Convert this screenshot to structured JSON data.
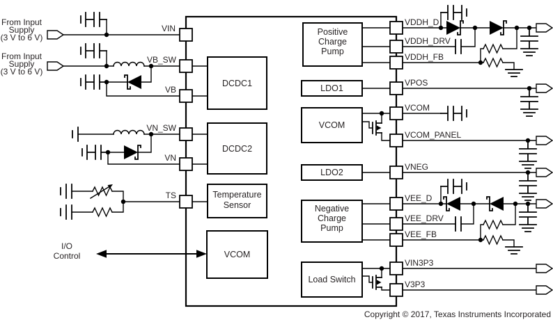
{
  "copyright": "Copyright © 2017, Texas Instruments Incorporated",
  "annotations": {
    "supply1": [
      "From Input",
      "Supply",
      "(3 V to 6 V)"
    ],
    "supply2": [
      "From Input",
      "Supply",
      "(3 V to 6 V)"
    ],
    "io_control": [
      "I/O",
      "Control"
    ]
  },
  "pins": {
    "left": {
      "vin": "VIN",
      "vb_sw": "VB_SW",
      "vb": "VB",
      "vn_sw": "VN_SW",
      "vn": "VN",
      "ts": "TS"
    },
    "right": {
      "vddh_d": "VDDH_D",
      "vddh_drv": "VDDH_DRV",
      "vddh_fb": "VDDH_FB",
      "vpos": "VPOS",
      "vcom": "VCOM",
      "vcom_panel": "VCOM_PANEL",
      "vneg": "VNEG",
      "vee_d": "VEE_D",
      "vee_drv": "VEE_DRV",
      "vee_fb": "VEE_FB",
      "vin3p3": "VIN3P3",
      "v3p3": "V3P3"
    }
  },
  "blocks": {
    "dcdc1": "DCDC1",
    "dcdc2": "DCDC2",
    "temperature_sensor": [
      "Temperature",
      "Sensor"
    ],
    "vcom_internal": "VCOM",
    "positive_charge_pump": [
      "Positive",
      "Charge",
      "Pump"
    ],
    "ldo1": "LDO1",
    "vcom_output": "VCOM",
    "ldo2": "LDO2",
    "negative_charge_pump": [
      "Negative",
      "Charge",
      "Pump"
    ],
    "load_switch": "Load Switch"
  },
  "colors": {
    "line": "#000000",
    "text": "#231f20",
    "background": "#ffffff"
  }
}
